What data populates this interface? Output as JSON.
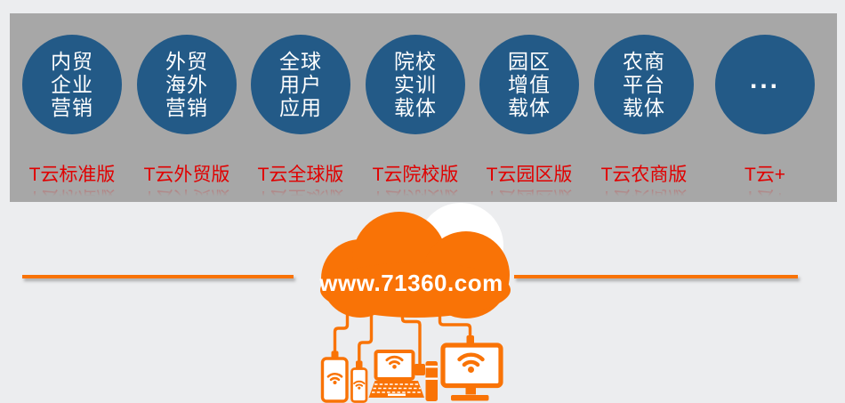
{
  "banner": {
    "products": [
      {
        "lines": [
          "内贸",
          "企业",
          "营销"
        ],
        "label": "T云标准版"
      },
      {
        "lines": [
          "外贸",
          "海外",
          "营销"
        ],
        "label": "T云外贸版"
      },
      {
        "lines": [
          "全球",
          "用户",
          "应用"
        ],
        "label": "T云全球版"
      },
      {
        "lines": [
          "院校",
          "实训",
          "载体"
        ],
        "label": "T云院校版"
      },
      {
        "lines": [
          "园区",
          "增值",
          "载体"
        ],
        "label": "T云园区版"
      },
      {
        "lines": [
          "农商",
          "平台",
          "载体"
        ],
        "label": "T云农商版"
      },
      {
        "lines": [
          "..."
        ],
        "label": "T云+"
      }
    ]
  },
  "cloud": {
    "url": "www.71360.com"
  },
  "devices": [
    "tablet",
    "smartphone",
    "laptop",
    "usb-dongle",
    "desktop-monitor"
  ],
  "colors": {
    "accent_orange": "#f97306",
    "circle_blue": "#235a87",
    "label_red": "#e00000",
    "banner_gray": "#a7a7a7",
    "page_bg": "#ecedef",
    "text_white": "#ffffff"
  }
}
